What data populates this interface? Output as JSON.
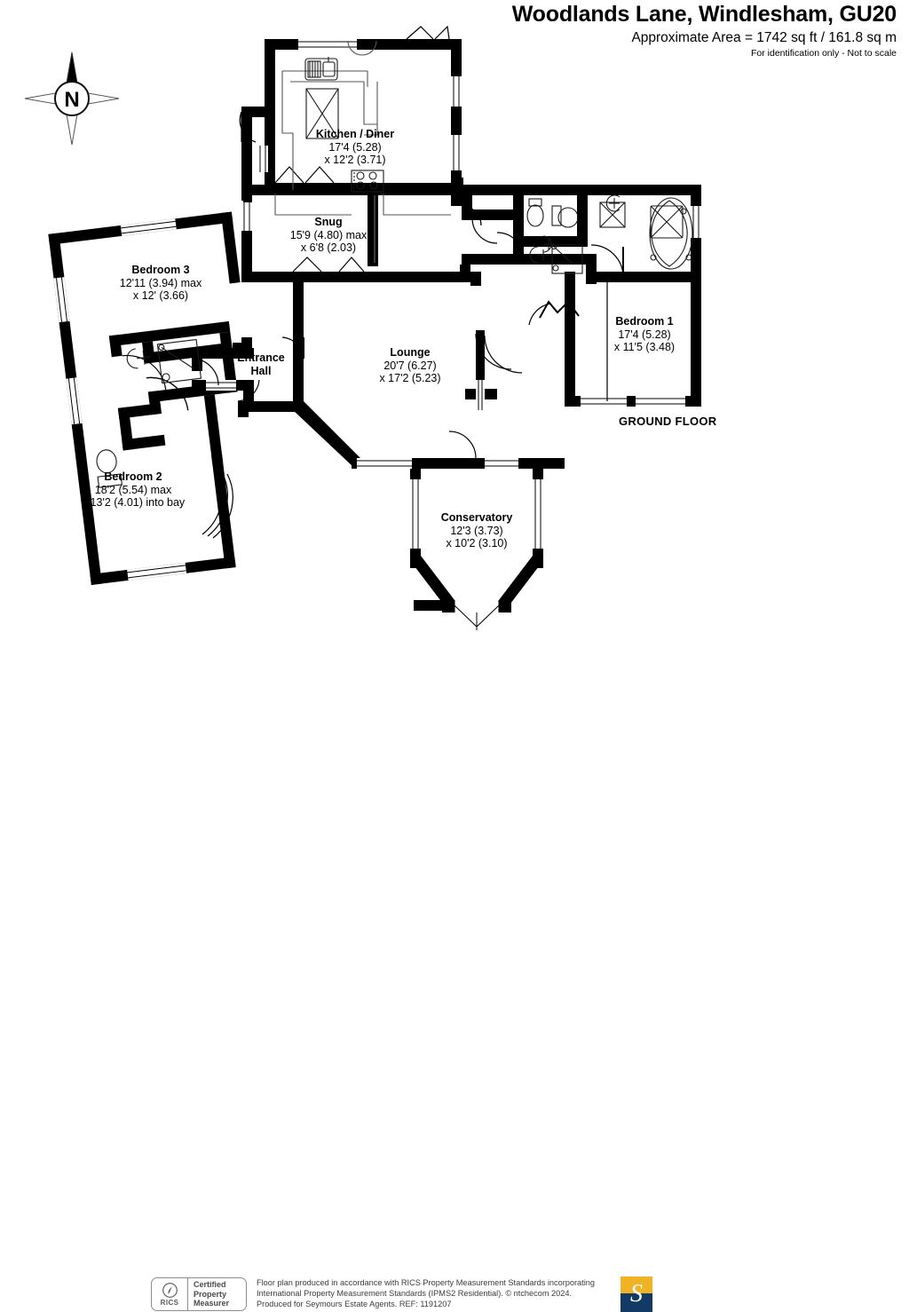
{
  "header": {
    "title": "Woodlands Lane, Windlesham, GU20",
    "area": "Approximate Area = 1742 sq ft / 161.8 sq m",
    "disclaimer": "For identification only - Not to scale"
  },
  "compass": {
    "label": "N"
  },
  "floor_caption": "GROUND FLOOR",
  "rooms": [
    {
      "key": "kitchen_diner",
      "name": "Kitchen / Diner",
      "dim1": "17'4 (5.28)",
      "dim2": "x 12'2 (3.71)"
    },
    {
      "key": "snug",
      "name": "Snug",
      "dim1": "15'9 (4.80) max",
      "dim2": "x 6'8 (2.03)"
    },
    {
      "key": "bedroom3",
      "name": "Bedroom 3",
      "dim1": "12'11 (3.94) max",
      "dim2": "x 12' (3.66)"
    },
    {
      "key": "bedroom2",
      "name": "Bedroom 2",
      "dim1": "18'2 (5.54) max",
      "dim2": "x 13'2 (4.01) into bay"
    },
    {
      "key": "entrance_hall",
      "name": "Entrance",
      "dim1": "Hall",
      "dim2": ""
    },
    {
      "key": "lounge",
      "name": "Lounge",
      "dim1": "20'7 (6.27)",
      "dim2": "x 17'2 (5.23)"
    },
    {
      "key": "bedroom1",
      "name": "Bedroom 1",
      "dim1": "17'4 (5.28)",
      "dim2": "x 11'5 (3.48)"
    },
    {
      "key": "conservatory",
      "name": "Conservatory",
      "dim1": "12'3 (3.73)",
      "dim2": "x 10'2 (3.10)"
    }
  ],
  "footer": {
    "rics_mark": "RICS",
    "rics_badge_line1": "Certified",
    "rics_badge_line2": "Property",
    "rics_badge_line3": "Measurer",
    "line1": "Floor plan produced in accordance with RICS Property Measurement Standards incorporating",
    "line2": "International Property Measurement Standards (IPMS2 Residential).   © ntchecom 2024.",
    "line3": "Produced for Seymours Estate Agents.   REF: 1191207",
    "agent_initial": "S"
  },
  "colors": {
    "wall": "#000000",
    "fixture_stroke": "#1a1a1a",
    "brand_gold": "#f0b323",
    "brand_navy": "#123a64"
  }
}
